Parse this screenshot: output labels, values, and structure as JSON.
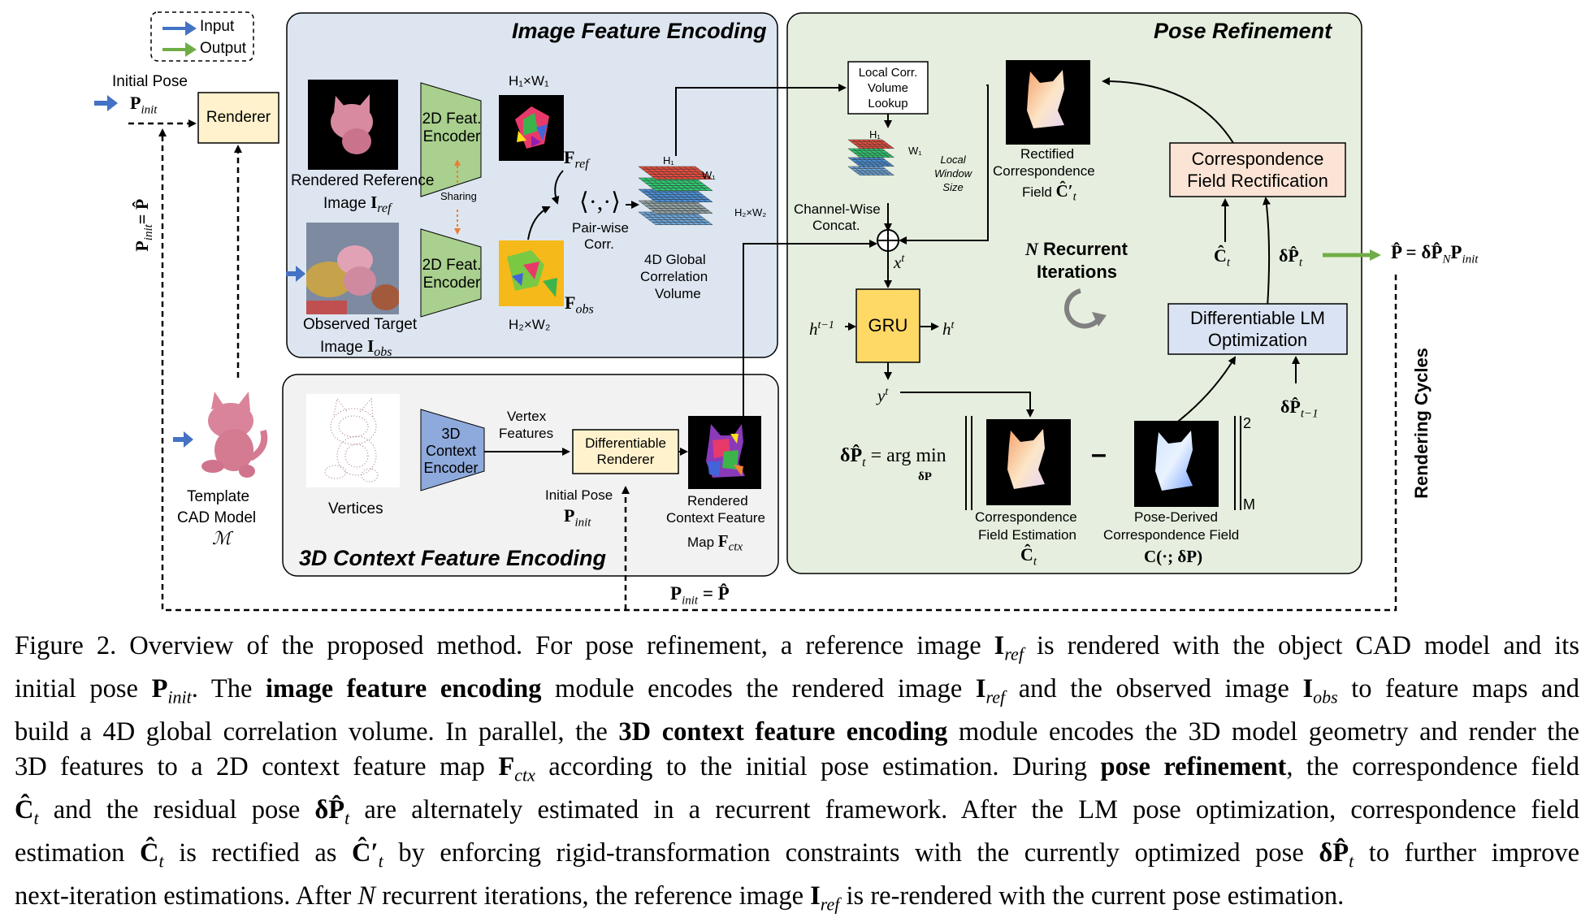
{
  "legend": {
    "input": "Input",
    "output": "Output",
    "input_color": "#4472c4",
    "output_color": "#70ad47"
  },
  "sections": {
    "image_feature": "Image Feature Encoding",
    "pose_refinement": "Pose Refinement",
    "context_feature": "3D Context Feature Encoding"
  },
  "left": {
    "initial_pose": "Initial Pose",
    "p_init_sym": "P",
    "p_init_sub": "init",
    "renderer": "Renderer",
    "loop_label_lhs": "P",
    "loop_label_sub": "init",
    "loop_label_rhs": "= P̂",
    "template_1": "Template",
    "template_2": "CAD Model",
    "template_sym": "ℳ"
  },
  "image_feat": {
    "ref_caption_1": "Rendered Reference",
    "ref_caption_2": "Image ",
    "ref_sym": "I",
    "ref_sub": "ref",
    "obs_caption_1": "Observed Target",
    "obs_caption_2": "Image ",
    "obs_sym": "I",
    "obs_sub": "obs",
    "encoder_top": "2D Feat.\nEncoder",
    "encoder_bottom": "2D Feat.\nEncoder",
    "sharing": "Sharing",
    "h1w1": "H₁×W₁",
    "h2w2": "H₂×W₂",
    "f_ref_sym": "F",
    "f_ref_sub": "ref",
    "f_obs_sym": "F",
    "f_obs_sub": "obs",
    "pairwise_sym": "⟨·,·⟩",
    "pairwise_1": "Pair-wise",
    "pairwise_2": "Corr.",
    "vol_h1": "H₁",
    "vol_w1": "W₁",
    "vol_h2w2": "H₂×W₂",
    "vol_1": "4D Global",
    "vol_2": "Correlation",
    "vol_3": "Volume"
  },
  "context": {
    "vertices": "Vertices",
    "encoder": "3D\nContext\nEncoder",
    "vertex_features_1": "Vertex",
    "vertex_features_2": "Features",
    "diff_renderer": "Differentiable\nRenderer",
    "initial_pose": "Initial Pose",
    "p_init_sym": "P",
    "p_init_sub": "init",
    "ctx_caption_1": "Rendered",
    "ctx_caption_2": "Context Feature",
    "ctx_caption_3": "Map ",
    "ctx_sym": "F",
    "ctx_sub": "ctx"
  },
  "pose": {
    "lookup": "Local Corr.\nVolume\nLookup",
    "lw_h1": "H₁",
    "lw_w1": "W₁",
    "local_window": "Local\nWindow\nSize",
    "concat_1": "Channel-Wise",
    "concat_2": "Concat.",
    "xt": "x",
    "xt_sup": "t",
    "gru": "GRU",
    "h_prev": "h",
    "h_prev_sup": "t−1",
    "h_next": "h",
    "h_next_sup": "t",
    "yt": "y",
    "yt_sup": "t",
    "rectified_1": "Rectified",
    "rectified_2": "Correspondence",
    "rectified_3": "Field ",
    "rectified_sym": "Ĉ′",
    "rectified_sub": "t",
    "cfr": "Correspondence\nField Rectification",
    "n_recurrent_n": "N",
    "n_recurrent_1": " Recurrent",
    "n_recurrent_2": "Iterations",
    "c_hat": "Ĉ",
    "c_hat_sub": "t",
    "dp_hat": "δP̂",
    "dp_hat_sub": "t",
    "lm": "Differentiable LM\nOptimization",
    "dp_prev": "δP̂",
    "dp_prev_sub": "t−1",
    "argmin_lhs": "δP̂",
    "argmin_lhs_sub": "t",
    "argmin_eq": " = arg min",
    "argmin_under": "δP",
    "norm_sup": "2",
    "norm_sub": "M",
    "minus": "–",
    "est_1": "Correspondence",
    "est_2": "Field Estimation",
    "est_sym": "Ĉ",
    "est_sub": "t",
    "derived_1": "Pose-Derived",
    "derived_2": "Correspondence Field",
    "derived_sym": "C(·; δP)",
    "output_eq": "P̂ = δP̂",
    "output_sub_n": "N",
    "output_p": "P",
    "output_sub": "init",
    "rendering_cycles": "Rendering Cycles"
  },
  "bottom": {
    "p_init": "P",
    "p_init_sub": "init",
    "eq": " = P̂"
  },
  "caption": {
    "lines": [
      [
        "Figure 2. Overview of the proposed method. For pose refinement, a reference image ",
        "I_ref",
        " is rendered with the object CAD model and its"
      ],
      [
        "initial pose ",
        "P_init",
        ". The ",
        "b:image feature encoding",
        " module encodes the rendered image ",
        "I_ref",
        " and the observed image ",
        "I_obs",
        " to feature maps and"
      ],
      [
        "build a 4D global correlation volume. In parallel, the ",
        "b:3D context feature encoding",
        " module encodes the 3D model geometry and render the"
      ],
      [
        "3D features to a 2D context feature map ",
        "F_ctx",
        " according to the initial pose estimation. During ",
        "b:pose refinement",
        ", the correspondence field"
      ],
      [
        "Ĉ_t",
        " and the residual pose ",
        "δP̂_t",
        " are alternately estimated in a recurrent framework. After the LM pose optimization, correspondence field"
      ],
      [
        "estimation ",
        "Ĉ_t",
        " is rectified as ",
        "Ĉ′_t",
        " by enforcing rigid-transformation constraints with the currently optimized pose ",
        "δP̂_t",
        " to further improve"
      ],
      [
        "next-iteration estimations. After ",
        "i:N",
        " recurrent iterations, the reference image ",
        "I_ref",
        " is re-rendered with the current pose estimation."
      ]
    ]
  },
  "colors": {
    "image_panel": "#dde6f0",
    "pose_panel": "#e6efdf",
    "context_panel": "#f2f2f2",
    "renderer_fill": "#fff2cc",
    "encoder_green": "#a9d08e",
    "encoder_blue": "#8ea9db",
    "gru_fill": "#ffd966",
    "cfr_fill": "#fbe4d5",
    "lm_fill": "#dae3f3"
  }
}
